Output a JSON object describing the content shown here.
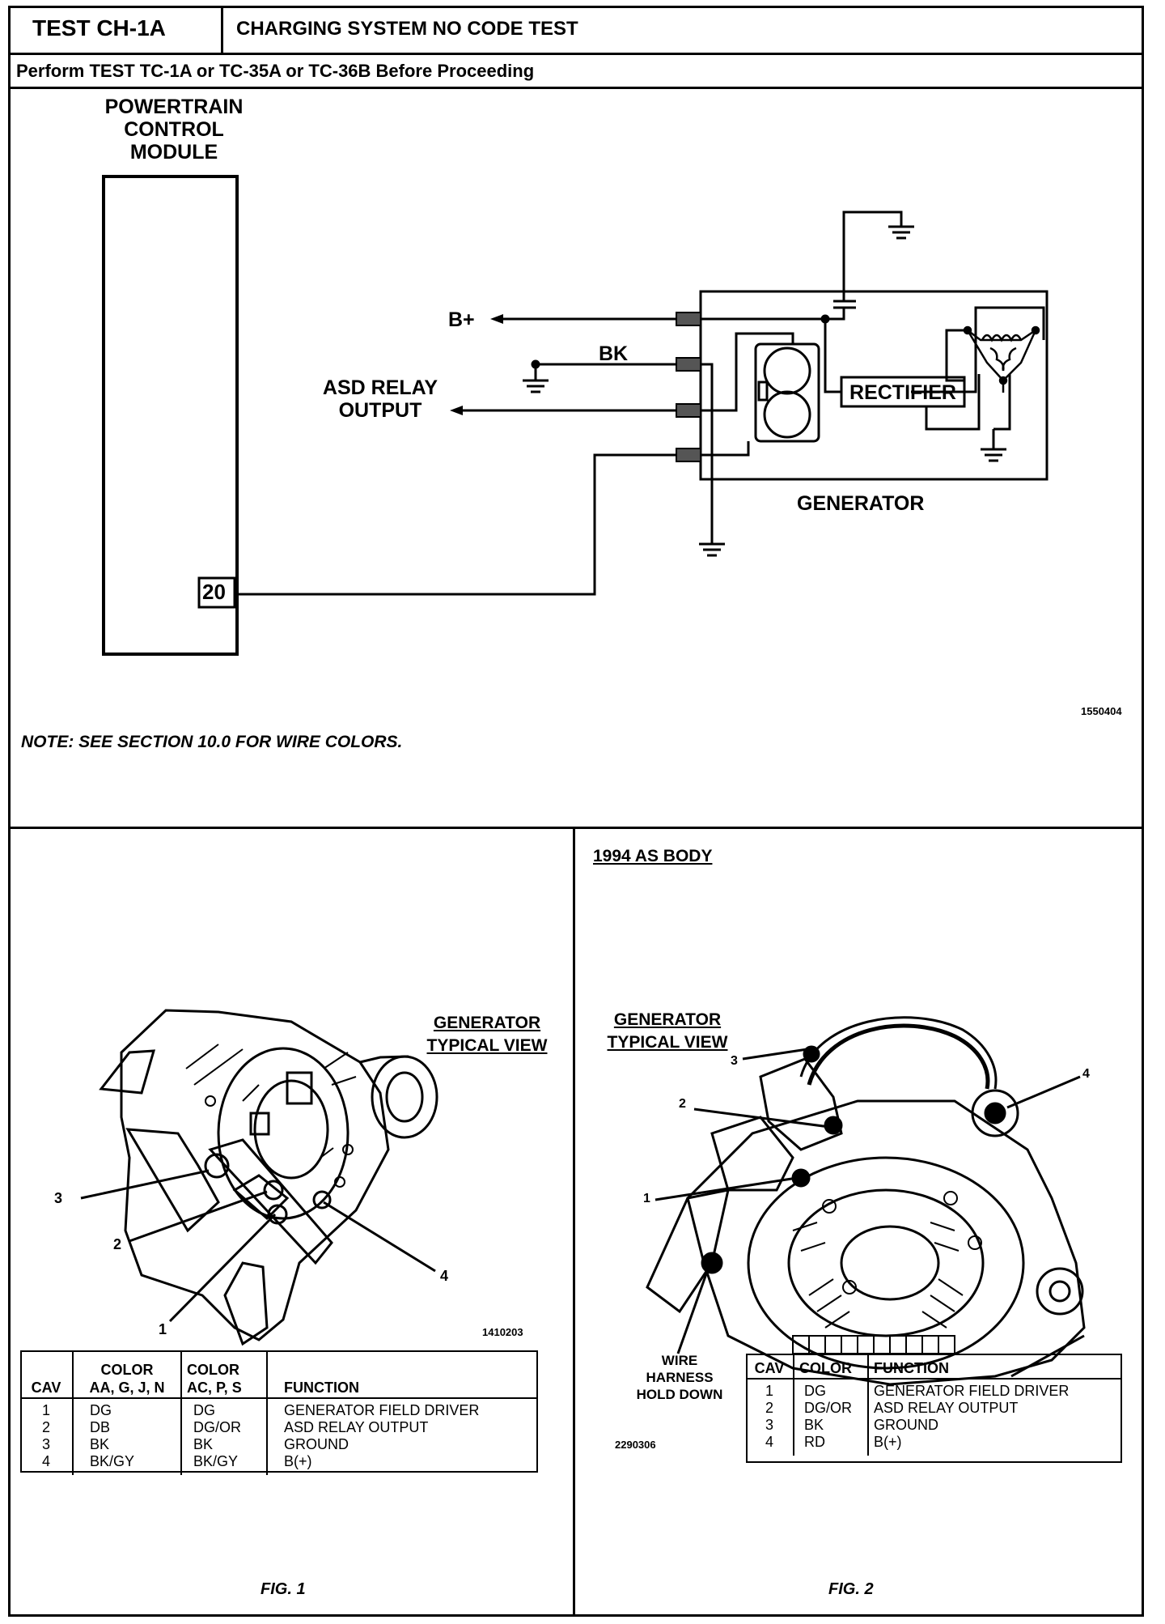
{
  "header": {
    "test_id": "TEST CH-1A",
    "test_title": "CHARGING SYSTEM NO CODE TEST",
    "prerequisite": "Perform TEST TC-1A or TC-35A or TC-36B Before Proceeding"
  },
  "schematic": {
    "pcm_label_lines": [
      "POWERTRAIN",
      "CONTROL",
      "MODULE"
    ],
    "pcm_pin": "20",
    "bplus_label": "B+",
    "bk_label": "BK",
    "asd_label_lines": [
      "ASD RELAY",
      "OUTPUT"
    ],
    "rectifier_label": "RECTIFIER",
    "generator_label": "GENERATOR",
    "figure_code": "1550404",
    "note": "NOTE:  SEE SECTION 10.0 FOR WIRE COLORS."
  },
  "fig1": {
    "view_label_lines": [
      "GENERATOR",
      "TYPICAL VIEW"
    ],
    "callouts": [
      "1",
      "2",
      "3",
      "4"
    ],
    "image_code": "1410203",
    "caption": "FIG. 1",
    "table": {
      "headers": [
        "CAV",
        "COLOR\nAA, G, J, N",
        "COLOR\nAC, P, S",
        "FUNCTION"
      ],
      "rows": [
        [
          "1",
          "DG",
          "DG",
          "GENERATOR FIELD DRIVER"
        ],
        [
          "2",
          "DB",
          "DG/OR",
          "ASD RELAY OUTPUT"
        ],
        [
          "3",
          "BK",
          "BK",
          "GROUND"
        ],
        [
          "4",
          "BK/GY",
          "BK/GY",
          "B(+)"
        ]
      ]
    }
  },
  "fig2": {
    "body_label": "1994 AS BODY",
    "view_label_lines": [
      "GENERATOR",
      "TYPICAL VIEW"
    ],
    "callouts": [
      "1",
      "2",
      "3",
      "4"
    ],
    "harness_label_lines": [
      "WIRE",
      "HARNESS",
      "HOLD DOWN"
    ],
    "image_code": "2290306",
    "caption": "FIG. 2",
    "table": {
      "headers": [
        "CAV",
        "COLOR",
        "FUNCTION"
      ],
      "rows": [
        [
          "1",
          "DG",
          "GENERATOR FIELD DRIVER"
        ],
        [
          "2",
          "DG/OR",
          "ASD RELAY OUTPUT"
        ],
        [
          "3",
          "BK",
          "GROUND"
        ],
        [
          "4",
          "RD",
          "B(+)"
        ]
      ]
    }
  }
}
